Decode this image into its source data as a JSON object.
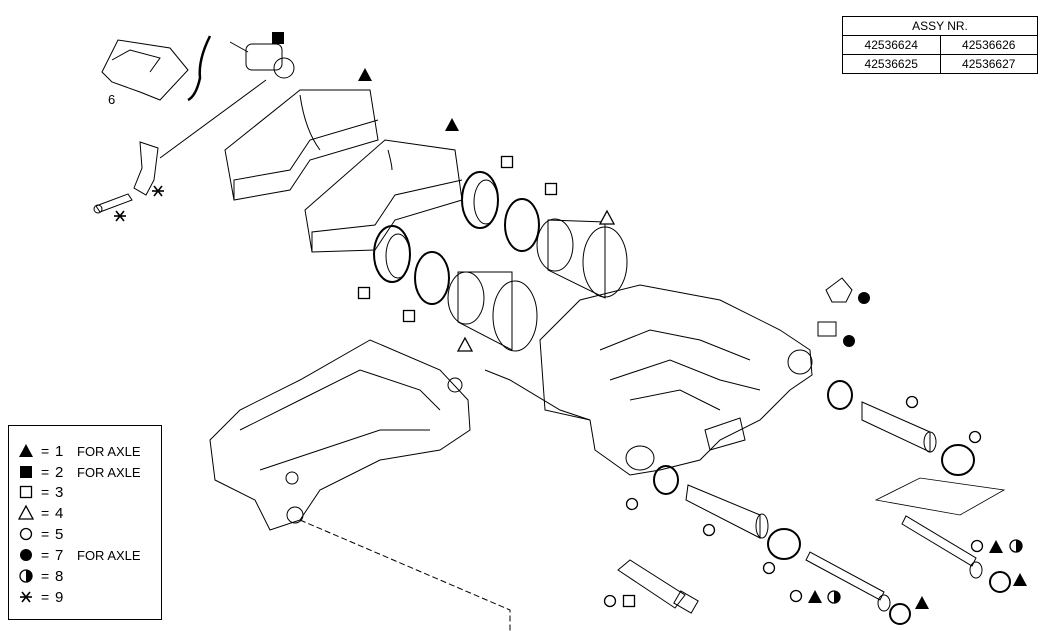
{
  "assy_table": {
    "header": "ASSY NR.",
    "rows": [
      [
        "42536624",
        "42536626"
      ],
      [
        "42536625",
        "42536627"
      ]
    ]
  },
  "part_labels": {
    "bracket_number": "6"
  },
  "legend": [
    {
      "symbol": "filled-triangle",
      "eq": "=",
      "number": "1",
      "note": "FOR AXLE"
    },
    {
      "symbol": "filled-square",
      "eq": "=",
      "number": "2",
      "note": "FOR AXLE"
    },
    {
      "symbol": "open-square",
      "eq": "=",
      "number": "3",
      "note": ""
    },
    {
      "symbol": "open-triangle",
      "eq": "=",
      "number": "4",
      "note": ""
    },
    {
      "symbol": "open-circle",
      "eq": "=",
      "number": "5",
      "note": ""
    },
    {
      "symbol": "filled-circle",
      "eq": "=",
      "number": "7",
      "note": "FOR AXLE"
    },
    {
      "symbol": "half-circle",
      "eq": "=",
      "number": "8",
      "note": ""
    },
    {
      "symbol": "asterisk",
      "eq": "=",
      "number": "9",
      "note": ""
    }
  ]
}
